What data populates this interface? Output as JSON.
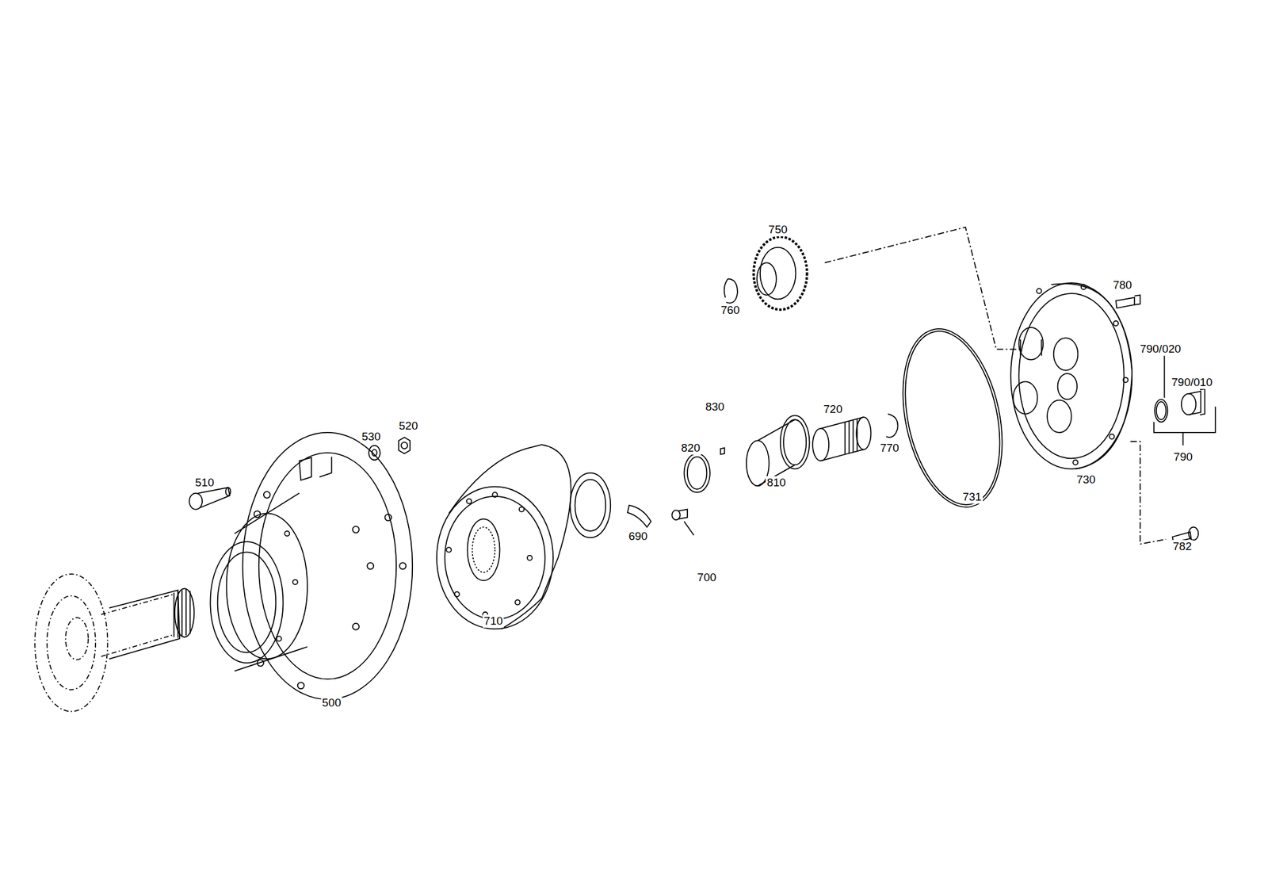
{
  "diagram": {
    "labels": [
      "750",
      "780",
      "760",
      "790/020",
      "790/010",
      "830",
      "720",
      "530",
      "520",
      "820",
      "770",
      "790",
      "510",
      "810",
      "730",
      "731",
      "690",
      "782",
      "700",
      "710",
      "500"
    ]
  }
}
